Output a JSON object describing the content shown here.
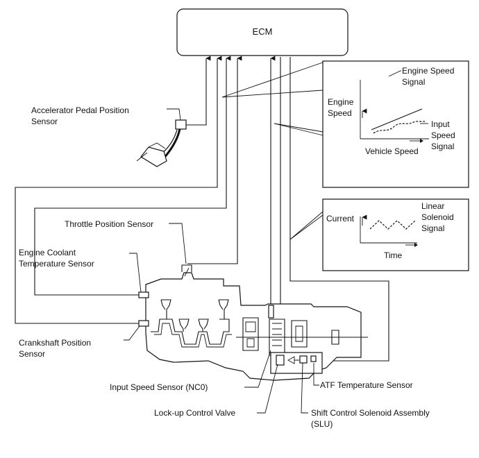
{
  "ecm": {
    "label": "ECM"
  },
  "sensors": {
    "accelerator": [
      "Accelerator Pedal Position",
      "Sensor"
    ],
    "throttle": "Throttle Position Sensor",
    "coolant": [
      "Engine Coolant",
      "Temperature Sensor"
    ],
    "crankshaft": [
      "Crankshaft Position",
      "Sensor"
    ],
    "input_speed": "Input Speed Sensor (NC0)",
    "lockup": "Lock-up Control Valve",
    "shift_solenoid": [
      "Shift Control Solenoid Assembly",
      "(SLU)"
    ],
    "atf": "ATF Temperature Sensor"
  },
  "speed_graph": {
    "engine_speed_signal": [
      "Engine Speed",
      "Signal"
    ],
    "y_axis": [
      "Engine",
      "Speed"
    ],
    "input_speed_signal": [
      "Input",
      "Speed",
      "Signal"
    ],
    "x_axis": "Vehicle Speed"
  },
  "solenoid_graph": {
    "y_axis": "Current",
    "signal": [
      "Linear",
      "Solenoid",
      "Signal"
    ],
    "x_axis": "Time"
  },
  "colors": {
    "line": "#111111",
    "background": "#ffffff"
  }
}
